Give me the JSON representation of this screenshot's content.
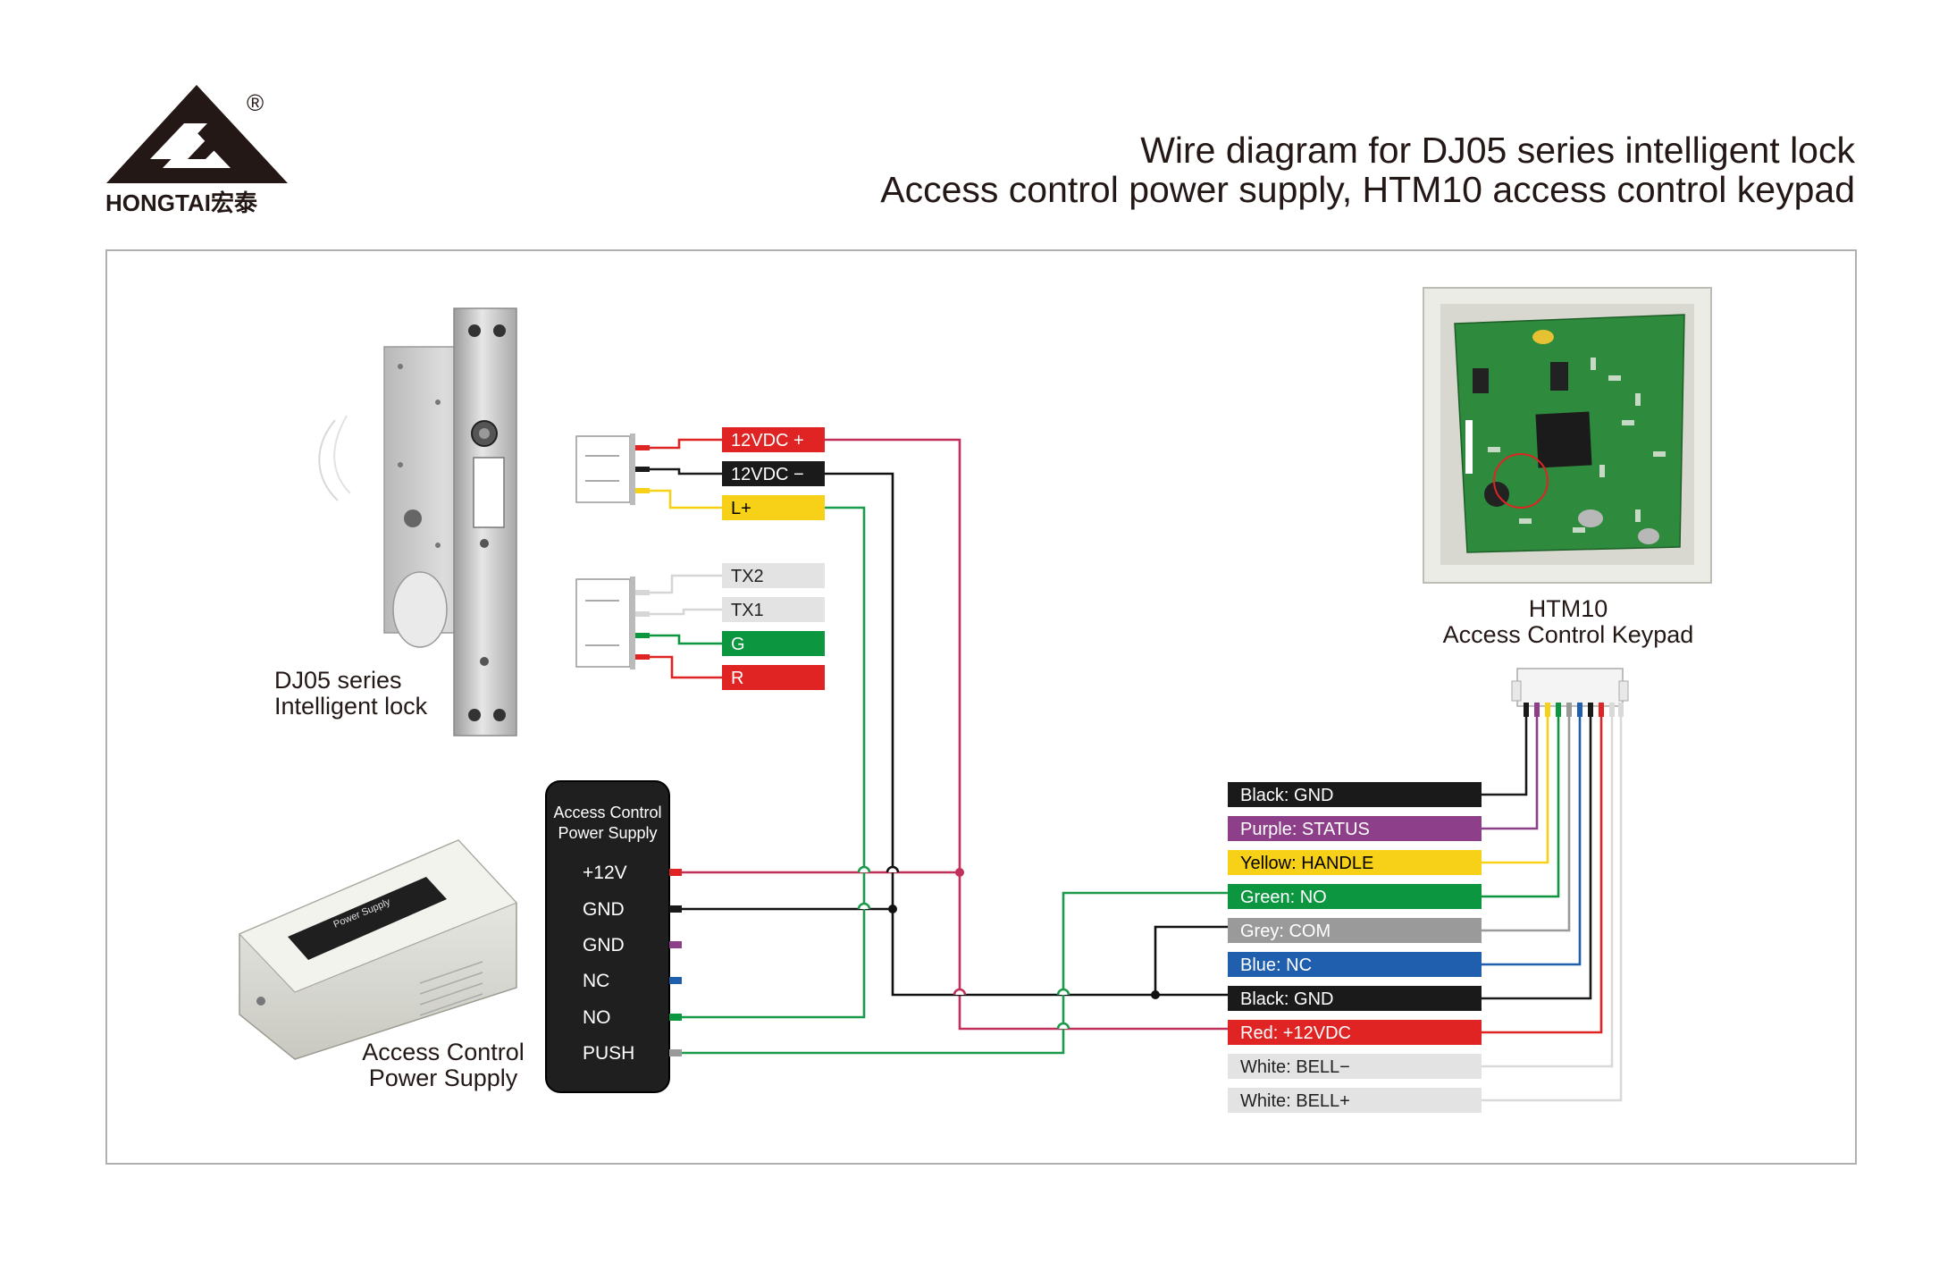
{
  "logo": {
    "wordmark": "HONGTAI宏泰",
    "registered": "®"
  },
  "title": {
    "line1": "Wire diagram for DJ05 series intelligent lock",
    "line2": "Access control power supply, HTM10 access control keypad"
  },
  "lock": {
    "label_line1": "DJ05 series",
    "label_line2": "Intelligent lock"
  },
  "lock_connectors": [
    {
      "label": "12VDC +",
      "bg": "#e02424",
      "fg": "#ffffff"
    },
    {
      "label": "12VDC −",
      "bg": "#1a1a1a",
      "fg": "#ffffff"
    },
    {
      "label": "L+",
      "bg": "#f7d117",
      "fg": "#000000"
    },
    {
      "label": "TX2",
      "bg": "#e3e3e3",
      "fg": "#222222"
    },
    {
      "label": "TX1",
      "bg": "#e3e3e3",
      "fg": "#222222"
    },
    {
      "label": "G",
      "bg": "#0c9640",
      "fg": "#ffffff"
    },
    {
      "label": "R",
      "bg": "#e02424",
      "fg": "#ffffff"
    }
  ],
  "power_supply": {
    "label_line1": "Access Control",
    "label_line2": "Power Supply",
    "device_title": "Power Supply",
    "panel_title_line1": "Access Control",
    "panel_title_line2": "Power Supply",
    "terminals": [
      {
        "label": "+12V",
        "color": "#e02424"
      },
      {
        "label": "GND",
        "color": "#1a1a1a"
      },
      {
        "label": "GND",
        "color": "#8e3f8a"
      },
      {
        "label": "NC",
        "color": "#1f5fae"
      },
      {
        "label": "NO",
        "color": "#0c9640"
      },
      {
        "label": "PUSH",
        "color": "#9a9a9a"
      }
    ]
  },
  "keypad": {
    "label_line1": "HTM10",
    "label_line2": "Access Control Keypad",
    "wires": [
      {
        "label": "Black: GND",
        "bg": "#1a1a1a",
        "fg": "#ffffff"
      },
      {
        "label": "Purple: STATUS",
        "bg": "#8e3f8a",
        "fg": "#ffffff"
      },
      {
        "label": "Yellow: HANDLE",
        "bg": "#f7d117",
        "fg": "#000000"
      },
      {
        "label": "Green: NO",
        "bg": "#0c9640",
        "fg": "#ffffff"
      },
      {
        "label": "Grey: COM",
        "bg": "#9a9a9a",
        "fg": "#ffffff"
      },
      {
        "label": "Blue: NC",
        "bg": "#1f5fae",
        "fg": "#ffffff"
      },
      {
        "label": "Black: GND",
        "bg": "#1a1a1a",
        "fg": "#ffffff"
      },
      {
        "label": "Red: +12VDC",
        "bg": "#e02424",
        "fg": "#ffffff"
      },
      {
        "label": "White: BELL−",
        "bg": "#e3e3e3",
        "fg": "#222222"
      },
      {
        "label": "White: BELL+",
        "bg": "#e3e3e3",
        "fg": "#222222"
      }
    ]
  },
  "colors": {
    "red_wire": "#c0305a",
    "black_wire": "#111111",
    "green_wire": "#1a9a4a",
    "frame": "#b0b0b0"
  }
}
